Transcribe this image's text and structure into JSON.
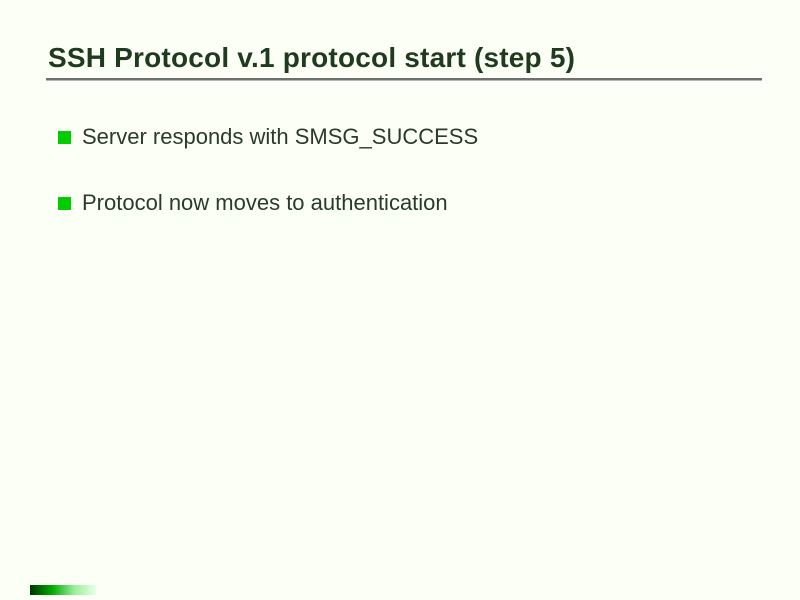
{
  "slide": {
    "title": "SSH Protocol v.1 protocol start (step 5)",
    "bullets": [
      {
        "label": "Server responds with SMSG_SUCCESS"
      },
      {
        "label": "Protocol now moves to authentication"
      }
    ],
    "colors": {
      "background": "#fcfff5",
      "title_text": "#1f3a1f",
      "body_text": "#2a3b2a",
      "bullet_square": "#00cc00",
      "rule_dark": "#6f6f6f",
      "rule_light": "#b8b8b8"
    }
  }
}
